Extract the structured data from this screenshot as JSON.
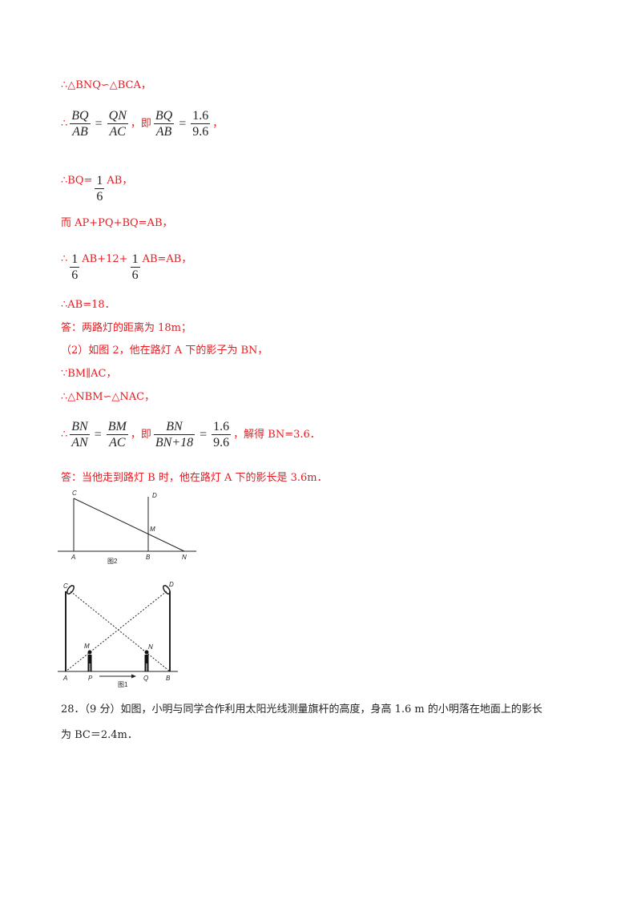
{
  "lines": {
    "l1": "∴△BNQ∽△BCA，",
    "l2_pre": "∴",
    "l2_f1_num": "BQ",
    "l2_f1_den": "AB",
    "l2_f2_num": "QN",
    "l2_f2_den": "AC",
    "l2_mid": "，即",
    "l2_f3_num": "BQ",
    "l2_f3_den": "AB",
    "l2_f4_num": "1.6",
    "l2_f4_den": "9.6",
    "l2_post": "，",
    "l3_pre": "∴BQ=",
    "l3_f_num": "1",
    "l3_f_den": "6",
    "l3_post": "AB，",
    "l4": "而 AP+PQ+BQ=AB，",
    "l5_pre": "∴",
    "l5_f1_num": "1",
    "l5_f1_den": "6",
    "l5_mid": "AB+12+",
    "l5_f2_num": "1",
    "l5_f2_den": "6",
    "l5_post": "AB=AB，",
    "l6": "∴AB=18．",
    "l7": "答：两路灯的距离为 18m；",
    "l8": "（2）如图 2，他在路灯 A 下的影子为 BN，",
    "l9": "∵BM∥AC，",
    "l10": "∴△NBM∽△NAC，",
    "l11_pre": "∴",
    "l11_f1_num": "BN",
    "l11_f1_den": "AN",
    "l11_f2_num": "BM",
    "l11_f2_den": "AC",
    "l11_mid": "，即",
    "l11_f3_num": "BN",
    "l11_f3_den": "BN+18",
    "l11_f4_num": "1.6",
    "l11_f4_den": "9.6",
    "l11_post": "，解得 BN=3.6．",
    "l12": "答：当他走到路灯 B 时，他在路灯 A 下的影长是 3.6m．",
    "q28_line1": "28．（9 分）如图，小明与同学合作利用太阳光线测量旗杆的高度，身高 1.6 m 的小明落在地面上的影长",
    "q28_line2": "为 BC＝2.4m．"
  },
  "figure2": {
    "labels": {
      "C": "C",
      "D": "D",
      "M": "M",
      "A": "A",
      "B": "B",
      "N": "N"
    },
    "caption": "图2"
  },
  "figure1": {
    "labels": {
      "C": "C",
      "D": "D",
      "M": "M",
      "N": "N",
      "A": "A",
      "P": "P",
      "Q": "Q",
      "B": "B"
    },
    "caption": "图1"
  },
  "colors": {
    "answer_text": "#e8191f",
    "body_text": "#222222"
  }
}
